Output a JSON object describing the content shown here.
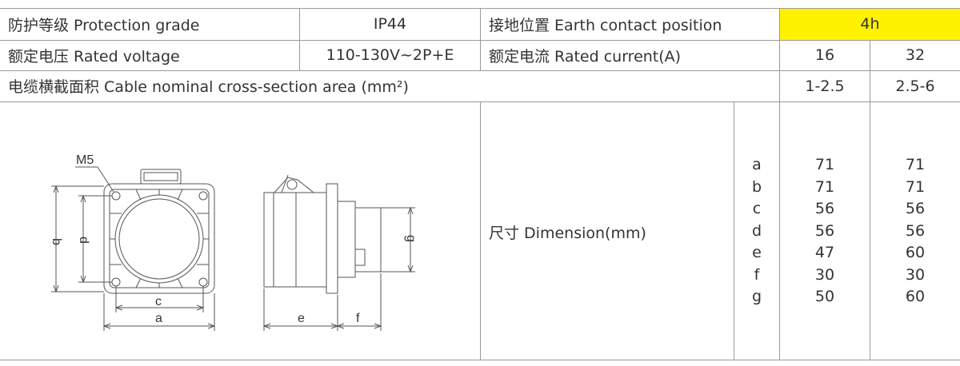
{
  "table": {
    "row1": {
      "protection_label": "防护等级 Protection grade",
      "protection_value": "IP44",
      "earth_label": "接地位置 Earth contact position",
      "earth_value": "4h"
    },
    "row2": {
      "voltage_label": "额定电压 Rated voltage",
      "voltage_value": "110-130V~2P+E",
      "current_label": "额定电流 Rated current(A)",
      "current_16": "16",
      "current_32": "32"
    },
    "row3": {
      "cable_label": "电缆横截面积 Cable nominal cross-section area (mm²)",
      "cable_16": "1-2.5",
      "cable_32": "2.5-6"
    },
    "dimension": {
      "label": "尺寸 Dimension(mm)",
      "letters": [
        "a",
        "b",
        "c",
        "d",
        "e",
        "f",
        "g"
      ],
      "values_16": [
        "71",
        "71",
        "56",
        "56",
        "47",
        "30",
        "50"
      ],
      "values_32": [
        "71",
        "71",
        "56",
        "56",
        "60",
        "30",
        "60"
      ]
    }
  },
  "drawing": {
    "screw_label": "M5",
    "dim_labels": {
      "a": "a",
      "b": "b",
      "c": "c",
      "d": "d",
      "e": "e",
      "f": "f",
      "g": "g"
    }
  },
  "colors": {
    "highlight": "#fff200",
    "border": "#9a9a9a",
    "text": "#333333",
    "drawing": "#555555"
  }
}
